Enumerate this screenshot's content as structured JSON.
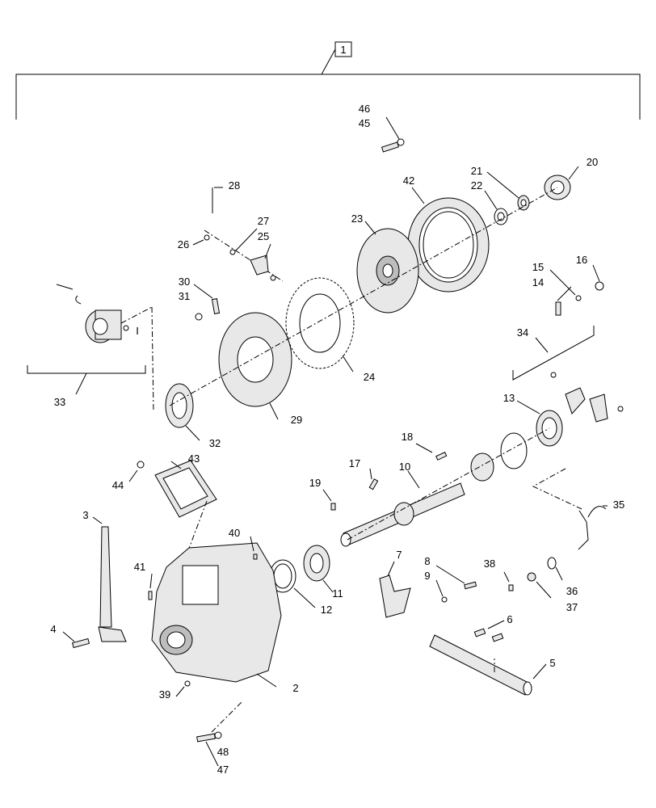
{
  "callouts": {
    "c1": "1",
    "c2": "2",
    "c3": "3",
    "c4": "4",
    "c5": "5",
    "c6": "6",
    "c7": "7",
    "c8": "8",
    "c9": "9",
    "c10": "10",
    "c11": "11",
    "c12": "12",
    "c13": "13",
    "c14": "14",
    "c15": "15",
    "c16": "16",
    "c17": "17",
    "c18": "18",
    "c19": "19",
    "c20": "20",
    "c21": "21",
    "c22": "22",
    "c23": "23",
    "c24": "24",
    "c25": "25",
    "c26": "26",
    "c27": "27",
    "c28": "28",
    "c29": "29",
    "c30": "30",
    "c31": "31",
    "c32": "32",
    "c33": "33",
    "c34": "34",
    "c35": "35",
    "c36": "36",
    "c37": "37",
    "c38": "38",
    "c39": "39",
    "c40": "40",
    "c41": "41",
    "c42": "42",
    "c43": "43",
    "c44": "44",
    "c45": "45",
    "c46": "46",
    "c47": "47",
    "c48": "48",
    "inset_mark": "I"
  }
}
